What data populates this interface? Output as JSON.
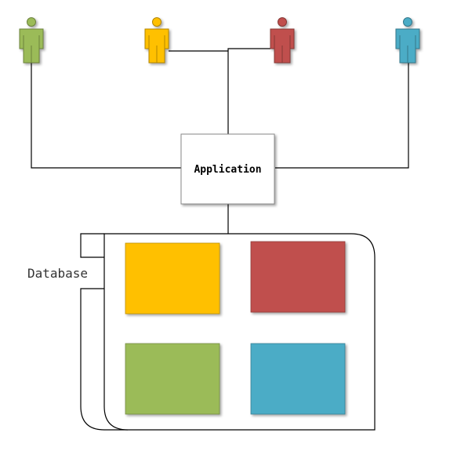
{
  "application": {
    "label": "Application"
  },
  "database": {
    "label": "Database"
  },
  "users": [
    {
      "name": "user-green",
      "color": "#9bbb59"
    },
    {
      "name": "user-yellow",
      "color": "#ffc000"
    },
    {
      "name": "user-red",
      "color": "#c0504d"
    },
    {
      "name": "user-blue",
      "color": "#4bacc6"
    }
  ],
  "tables": [
    {
      "name": "table-yellow",
      "color": "#ffc000"
    },
    {
      "name": "table-red",
      "color": "#c0504d"
    },
    {
      "name": "table-green",
      "color": "#9bbb59"
    },
    {
      "name": "table-blue",
      "color": "#4bacc6"
    }
  ]
}
